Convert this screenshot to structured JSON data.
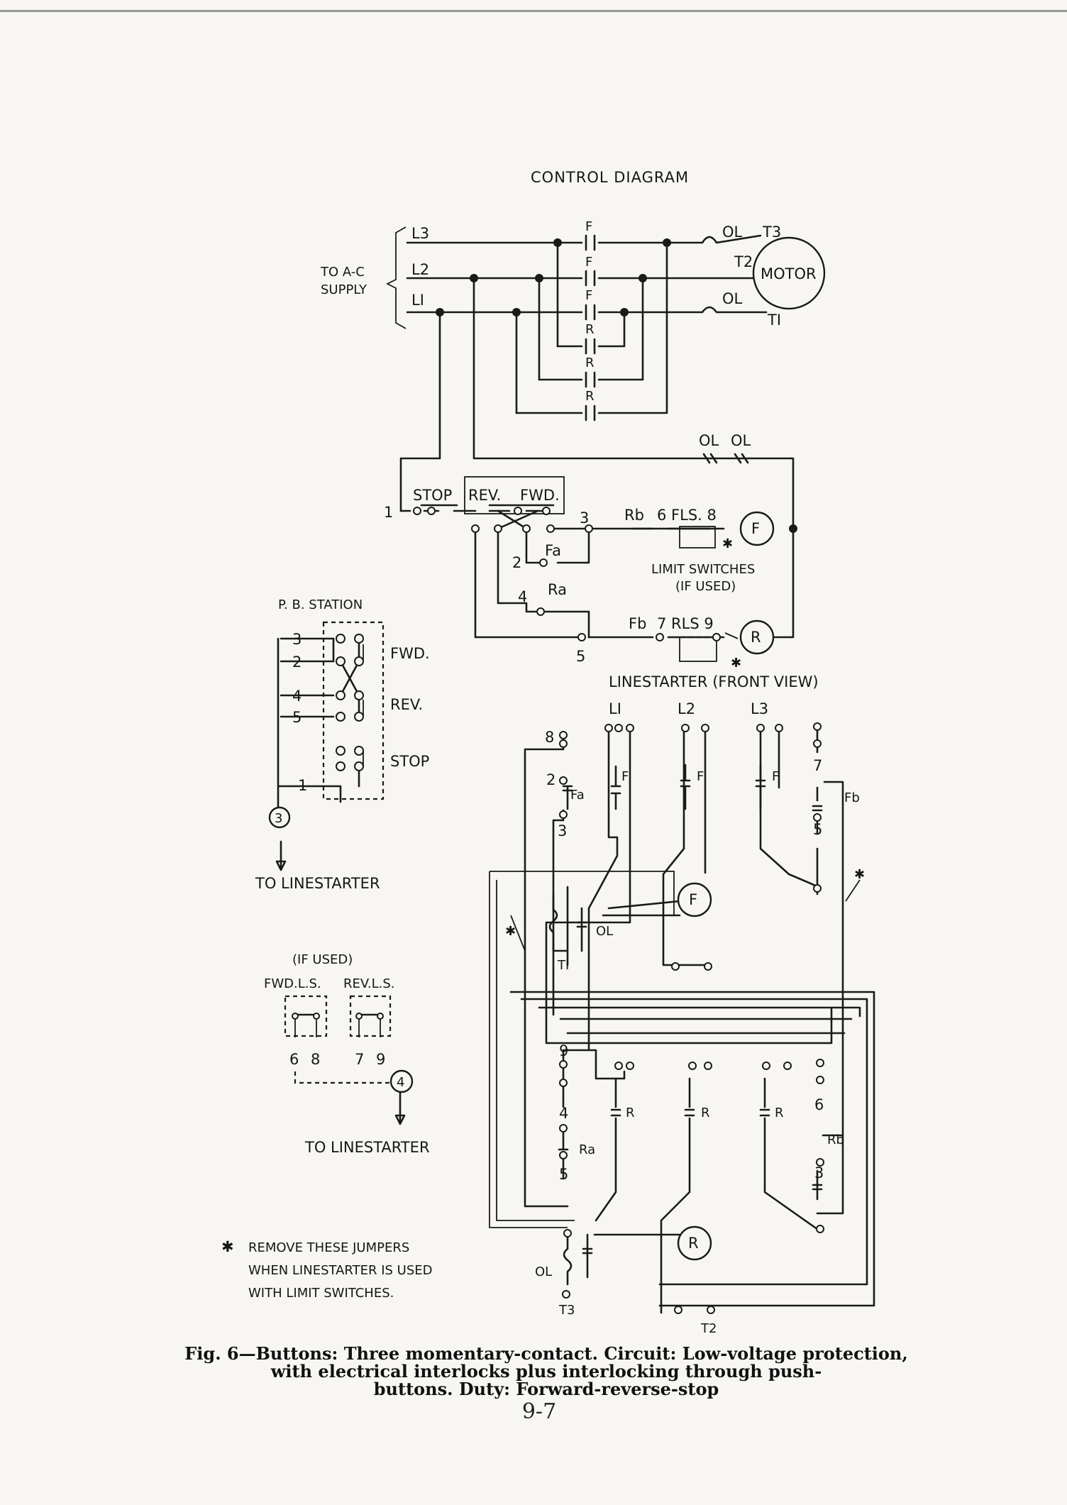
{
  "title": "CONTROL DIAGRAM",
  "supply": {
    "label_line1": "TO A-C",
    "label_line2": "SUPPLY",
    "lines": [
      "L3",
      "L2",
      "LI"
    ]
  },
  "motor": {
    "label": "MOTOR",
    "terminals": [
      "T3",
      "T2",
      "TI"
    ],
    "overloads": [
      "OL",
      "OL"
    ]
  },
  "contacts": {
    "forward": "F",
    "reverse": "R"
  },
  "control": {
    "overloads": [
      "OL",
      "OL"
    ],
    "buttons": [
      "STOP",
      "REV.",
      "FWD."
    ],
    "wire_numbers": [
      "1",
      "2",
      "3",
      "4",
      "5"
    ],
    "interlocks": [
      "Fa",
      "Ra",
      "Rb",
      "Fb"
    ],
    "fls_label": "6 FLS. 8",
    "rls_label": "7 RLS 9",
    "coils": [
      "F",
      "R"
    ],
    "limit_switches_line1": "LIMIT SWITCHES",
    "limit_switches_line2": "(IF USED)"
  },
  "pb_station": {
    "title": "P. B. STATION",
    "terminals": [
      "3",
      "2",
      "4",
      "5",
      "1"
    ],
    "buttons": [
      "FWD.",
      "REV.",
      "STOP"
    ],
    "circle": "3",
    "to": "TO LINESTARTER"
  },
  "limit_switch_box": {
    "if_used": "(IF USED)",
    "labels": [
      "FWD.L.S.",
      "REV.L.S."
    ],
    "terminals": [
      "6",
      "8",
      "7",
      "9"
    ],
    "circle": "4",
    "to": "TO LINESTARTER"
  },
  "linestarter": {
    "title": "LINESTARTER (FRONT VIEW)",
    "lines": [
      "LI",
      "L2",
      "L3"
    ],
    "terminals_left": [
      "8",
      "2",
      "3",
      "9",
      "4",
      "5"
    ],
    "terminals_right": [
      "7",
      "5",
      "6",
      "3"
    ],
    "labels": {
      "fa": "Fa",
      "ra": "Ra",
      "fb": "Fb",
      "rb": "Rb",
      "ol": "OL",
      "t1": "TI",
      "t3": "T3",
      "t2": "T2"
    },
    "coils": [
      "F",
      "R"
    ],
    "contact_labels": [
      "F",
      "F",
      "F",
      "R",
      "R",
      "R"
    ]
  },
  "footnote": {
    "mark": "✱",
    "line1": "REMOVE THESE JUMPERS",
    "line2": "WHEN LINESTARTER IS USED",
    "line3": "WITH LIMIT SWITCHES."
  },
  "caption": {
    "line1": "Fig. 6—Buttons: Three momentary-contact. Circuit: Low-voltage protection,",
    "line2": "with electrical interlocks plus interlocking through push-",
    "line3": "buttons. Duty: Forward-reverse-stop"
  },
  "page_number": "9-7"
}
